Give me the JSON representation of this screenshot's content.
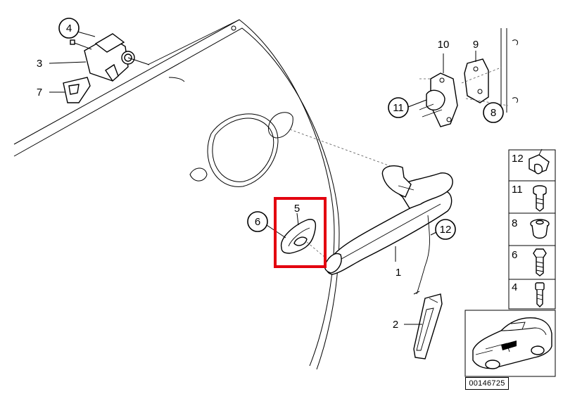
{
  "diagram_id": "00146725",
  "highlight_color": "#e3000f",
  "callouts": {
    "c4": "4",
    "c3": "3",
    "c7": "7",
    "c10": "10",
    "c9": "9",
    "c11": "11",
    "c8": "8",
    "c6": "6",
    "c5": "5",
    "c12": "12",
    "c1": "1",
    "c2": "2"
  },
  "side_panel": [
    {
      "label": "12",
      "icon": "clip-nut-icon"
    },
    {
      "label": "11",
      "icon": "torx-screw-icon"
    },
    {
      "label": "8",
      "icon": "grommet-icon"
    },
    {
      "label": "6",
      "icon": "hex-bolt-icon"
    },
    {
      "label": "4",
      "icon": "socket-screw-icon"
    }
  ]
}
